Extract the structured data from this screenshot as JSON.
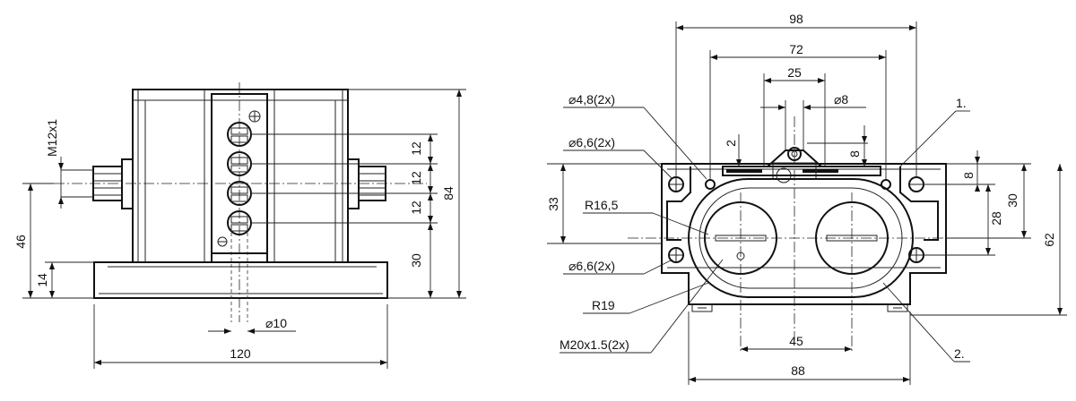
{
  "front_view": {
    "dims": {
      "thread": "M12x1",
      "pitch_1": "12",
      "pitch_2": "12",
      "pitch_3": "12",
      "bottom_to_switch": "30",
      "overall_height": "84",
      "mount_height": "46",
      "base_thickness": "14",
      "pin_dia": "⌀10",
      "overall_width": "120"
    }
  },
  "side_view": {
    "dims": {
      "outer_width": "98",
      "hole_spacing": "72",
      "slot_width": "25",
      "pin_dia": "⌀8",
      "hole_small": "⌀4,8(2x)",
      "hole_upper": "⌀6,6(2x)",
      "hole_lower": "⌀6,6(2x)",
      "radius_inner": "R16,5",
      "radius_outer": "R19",
      "gland_thread": "M20x1.5(2x)",
      "gap_2": "2",
      "gap_8": "8",
      "right_8": "8",
      "h_33": "33",
      "h_28": "28",
      "h_30": "30",
      "h_62": "62",
      "gland_spacing": "45",
      "bottom_width": "88"
    },
    "callouts": {
      "item_1": "1.",
      "item_2": "2."
    }
  }
}
